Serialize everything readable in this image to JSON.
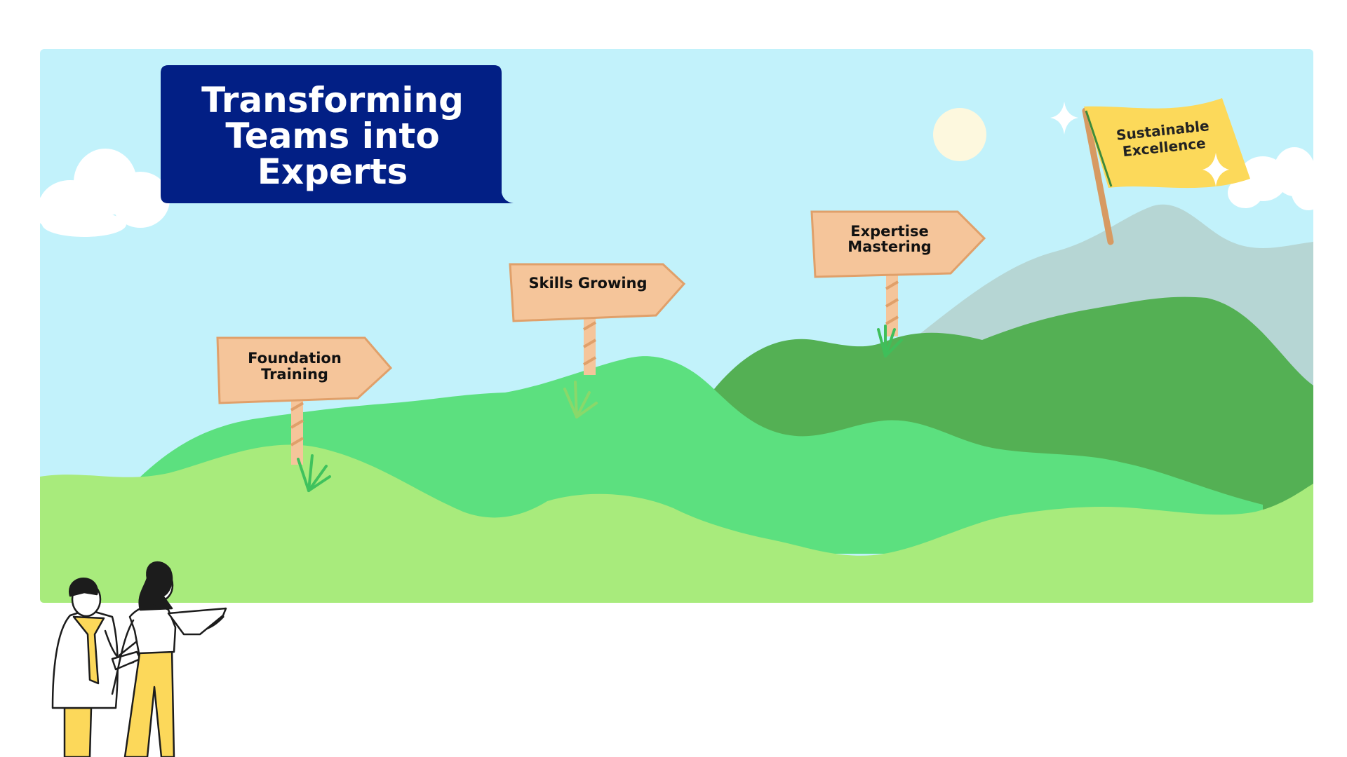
{
  "title": {
    "line1": "Transforming",
    "line2": "Teams into",
    "line3": "Experts"
  },
  "milestones": [
    {
      "line1": "Foundation",
      "line2": "Training"
    },
    {
      "line1": "Skills Growing"
    },
    {
      "line1": "Expertise",
      "line2": "Mastering"
    }
  ],
  "goal_flag": {
    "line1": "Sustainable",
    "line2": "Excellence"
  },
  "colors": {
    "sky": "#c2f2fb",
    "title_panel": "#021f85",
    "sign_board": "#f5c59a",
    "sign_edge": "#e0a06a",
    "hill_light": "#a8eb7c",
    "hill_mid": "#5ce07f",
    "hill_dark": "#54b054",
    "mountain": "#b6d6d4",
    "flag": "#fcd95a",
    "sun": "#fdf8de",
    "people_yellow": "#fcd85a"
  }
}
